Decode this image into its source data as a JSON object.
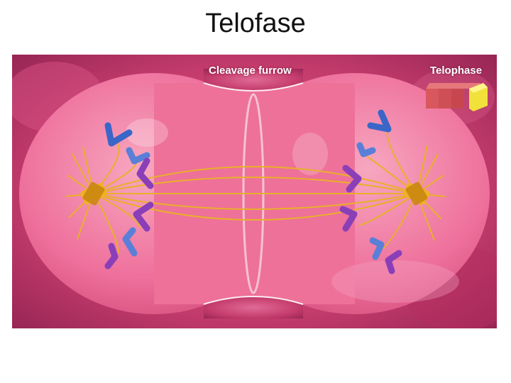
{
  "slide": {
    "title": "Telofase"
  },
  "figure": {
    "labels": {
      "cleavage": "Cleavage furrow",
      "phase": "Telophase"
    },
    "colors": {
      "cell": "#ef6f9a",
      "cell_light": "#f6a3bd",
      "background": "#c93a6d",
      "spindle": "#e8b02a",
      "chromosome_blue": "#3a66c8",
      "chromosome_purple": "#8a3fb8",
      "phase_tab_active": "#f2e13a"
    },
    "icons": [
      "centrosome-icon",
      "phase-progress-icon"
    ]
  }
}
